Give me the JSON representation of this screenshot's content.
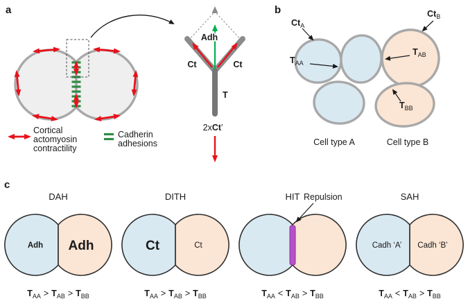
{
  "colors": {
    "cell_gray_fill": "#efefef",
    "cell_blue": "#d9e9f2",
    "cell_orange": "#fbe5d4",
    "membrane_gray": "#a8a8a8",
    "red": "#e8111a",
    "green_dash": "#2e8b44",
    "green_arrow": "#00b050",
    "purple": "#b452c6"
  },
  "panel_a": {
    "label": "a",
    "zoom": {
      "adh": "Adh",
      "ct_left": "Ct",
      "ct_right": "Ct",
      "t": "T",
      "bottom_prefix": "2x",
      "bottom_bold": "Ct",
      "bottom_prime": "′"
    },
    "legend": {
      "contractility": {
        "lines": [
          "Cortical",
          "actomyosin",
          "contractility"
        ]
      },
      "adhesions": {
        "lines": [
          "Cadherin",
          "adhesions"
        ]
      }
    }
  },
  "panel_b": {
    "label": "b",
    "ct_a": {
      "t": "Ct",
      "sub": "A"
    },
    "ct_b": {
      "t": "Ct",
      "sub": "B"
    },
    "t_aa": {
      "t": "T",
      "sub": "AA"
    },
    "t_ab": {
      "t": "T",
      "sub": "AB"
    },
    "t_bb": {
      "t": "T",
      "sub": "BB"
    },
    "caption_a": "Cell type A",
    "caption_b": "Cell type B"
  },
  "panel_c": {
    "label": "c",
    "repulsion": "Repulsion",
    "models": [
      {
        "title": "DAH",
        "left": "Adh",
        "right": "Adh",
        "ineq": {
          "t": "T",
          "s1": "AA",
          "o1": ">",
          "s2": "AB",
          "o2": ">",
          "s3": "BB"
        }
      },
      {
        "title": "DITH",
        "left": "Ct",
        "right": "Ct",
        "ineq": {
          "t": "T",
          "s1": "AA",
          "o1": ">",
          "s2": "AB",
          "o2": ">",
          "s3": "BB"
        }
      },
      {
        "title": "HIT",
        "ineq": {
          "t": "T",
          "s1": "AA",
          "o1": "<",
          "s2": "AB",
          "o2": ">",
          "s3": "BB"
        }
      },
      {
        "title": "SAH",
        "left": "Cadh ‘A’",
        "right": "Cadh ‘B’",
        "ineq": {
          "t": "T",
          "s1": "AA",
          "o1": "<",
          "s2": "AB",
          "o2": ">",
          "s3": "BB"
        }
      }
    ]
  }
}
